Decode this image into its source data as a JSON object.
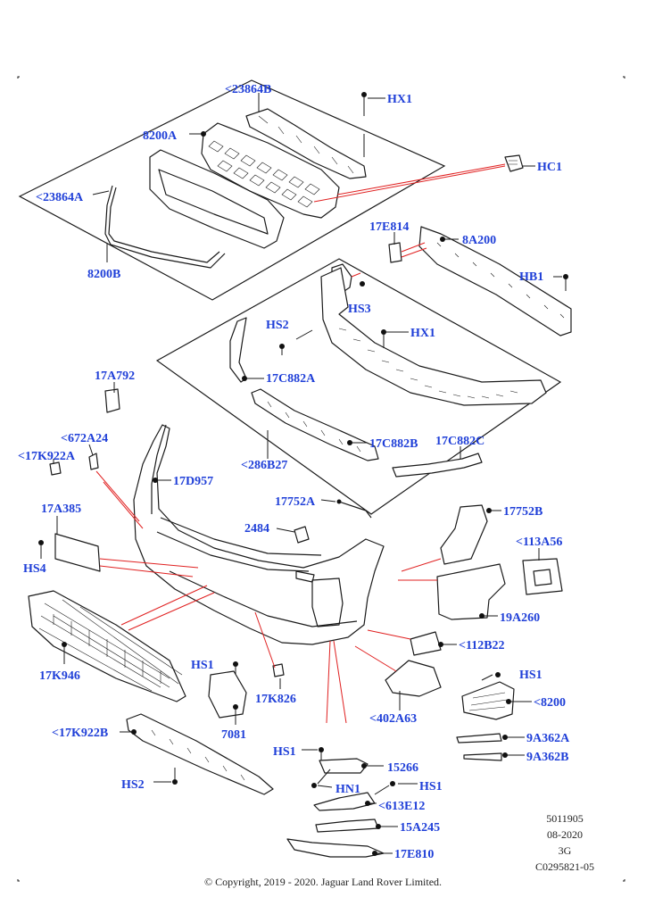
{
  "labels": {
    "l_23864b_top": "<23864B",
    "l_hx1_top": "HX1",
    "l_8200a": "8200A",
    "l_hc1": "HC1",
    "l_23864a": "<23864A",
    "l_8200b": "8200B",
    "l_17e814": "17E814",
    "l_8a200": "8A200",
    "l_hb1": "HB1",
    "l_hs3": "HS3",
    "l_hs2_top": "HS2",
    "l_hx1_mid": "HX1",
    "l_17a792": "17A792",
    "l_17c882a": "17C882A",
    "l_17c882b": "17C882B",
    "l_17c882c": "17C882C",
    "l_286b27": "<286B27",
    "l_672a24": "<672A24",
    "l_17k922a": "<17K922A",
    "l_17d957": "17D957",
    "l_17752a": "17752A",
    "l_17752b": "17752B",
    "l_17a385": "17A385",
    "l_2484": "2484",
    "l_113a56": "<113A56",
    "l_hs4": "HS4",
    "l_19a260": "19A260",
    "l_112b22": "<112B22",
    "l_17k946": "17K946",
    "l_hs1_left": "HS1",
    "l_17k826": "17K826",
    "l_hs1_right": "HS1",
    "l_8200": "<8200",
    "l_402a63": "<402A63",
    "l_7081": "7081",
    "l_17k922b": "<17K922B",
    "l_9a362a": "9A362A",
    "l_9a362b": "9A362B",
    "l_hs1_mid": "HS1",
    "l_15266": "15266",
    "l_hn1": "HN1",
    "l_hs2_bottom": "HS2",
    "l_hs1_low": "HS1",
    "l_613e12": "<613E12",
    "l_15a245": "15A245",
    "l_17e810": "17E810"
  },
  "info": {
    "doc_number": "5011905",
    "date": "08-2020",
    "page": "3G",
    "diagram_id": "C0295821-05"
  },
  "footer": {
    "copyright": "© Copyright, 2019 - 2020. Jaguar Land Rover Limited."
  }
}
